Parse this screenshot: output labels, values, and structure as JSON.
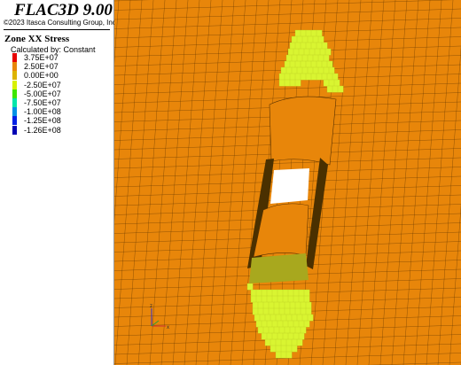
{
  "legend": {
    "app_title": "FLAC3D 9.00",
    "copyright": "©2023 Itasca Consulting Group, Inc.",
    "plot_title": "Zone XX Stress",
    "calc_note": "Calculated by: Constant",
    "items": [
      {
        "label": "3.75E+07",
        "color": "#e60000"
      },
      {
        "label": "2.50E+07",
        "color": "#e8860a"
      },
      {
        "label": "0.00E+00",
        "color": "#ddb400"
      },
      {
        "label": "-2.50E+07",
        "color": "#d8f000"
      },
      {
        "label": "-5.00E+07",
        "color": "#3de600"
      },
      {
        "label": "-7.50E+07",
        "color": "#00e6aa"
      },
      {
        "label": "-1.00E+08",
        "color": "#0092e6"
      },
      {
        "label": "-1.25E+08",
        "color": "#0020e6"
      },
      {
        "label": "-1.26E+08",
        "color": "#0000b4"
      }
    ]
  },
  "viewport": {
    "background_color": "#e8860a",
    "mesh_color": "#5a3200",
    "highlight_color": "#d9f531",
    "axes_icon": "xyz-axes-icon"
  }
}
